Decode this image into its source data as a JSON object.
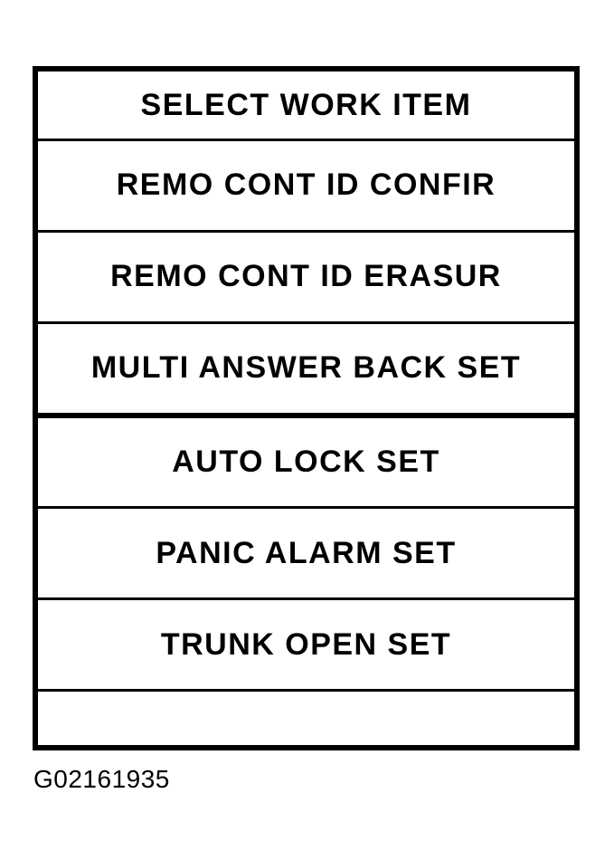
{
  "colors": {
    "ink": "#000000",
    "paper": "#ffffff"
  },
  "menu": {
    "rows": [
      {
        "label": "SELECT WORK ITEM",
        "role": "title"
      },
      {
        "label": "REMO CONT ID CONFIR",
        "role": "item"
      },
      {
        "label": "REMO CONT ID ERASUR",
        "role": "item"
      },
      {
        "label": "MULTI ANSWER BACK SET",
        "role": "item"
      },
      {
        "label": "AUTO LOCK SET",
        "role": "item"
      },
      {
        "label": "PANIC ALARM SET",
        "role": "item"
      },
      {
        "label": "TRUNK OPEN SET",
        "role": "item"
      },
      {
        "label": "",
        "role": "empty"
      }
    ]
  },
  "figure_id": "G02161935"
}
